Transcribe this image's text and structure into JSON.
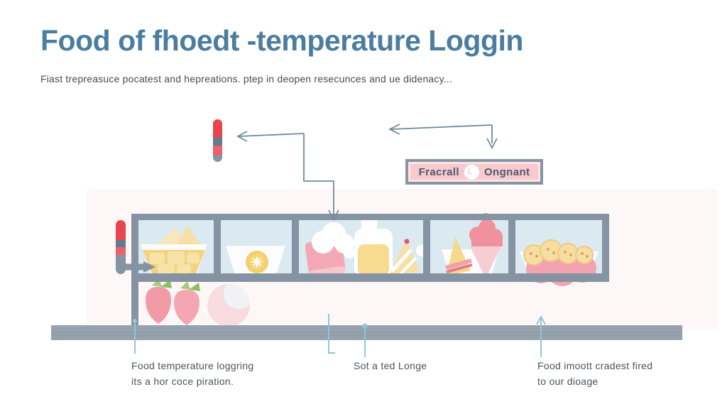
{
  "title": "Food of fhoedt -temperature Loggin",
  "subtitle": "Fiast trepreasuce pocatest and hepreations. ptep in deopen resecunces and ue didenacy...",
  "label_box": {
    "left": "Fracrall",
    "icon_glyph": "☾",
    "icon_name": "crescent-moon-icon",
    "right": "Ongnant"
  },
  "captions": [
    {
      "line1": "Food temperature loggring",
      "line2": "its a hor coce piration."
    },
    {
      "line1": "Sot a ted Longe",
      "line2": ""
    },
    {
      "line1": "Food imoott cradest fired",
      "line2": "to our dioage"
    }
  ],
  "illustration": {
    "display_case_sections": 5,
    "items": [
      "chips-bowl",
      "lemon-slice-bowl",
      "ice-cream-block-and-bottle-and-cone",
      "ice-cream-cones-bowl",
      "fruit-dessert-bowl"
    ],
    "lower_shelf_items": [
      "strawberries",
      "peach"
    ],
    "thermometers": 2
  },
  "colors": {
    "title_blue": "#4a7da0",
    "text_gray": "#4c4c4c",
    "caption_gray": "#49545c",
    "arrow_slate": "#6d8b9d",
    "frame_gray": "#8693a2",
    "ground_gray": "#96a3ae",
    "shelf_blue": "#dbe9f1",
    "badge_pink": "#f8c9cf",
    "badge_border": "#8795a3",
    "callout_blue": "#8ec7da",
    "thermo_red": "#e8434e",
    "thermo_slate": "#5f7d90",
    "thermo_pink": "#ee5f6a",
    "food_yellow": "#f3d98f",
    "food_pink": "#f2a9b4",
    "leaf_green": "#9fca72"
  }
}
